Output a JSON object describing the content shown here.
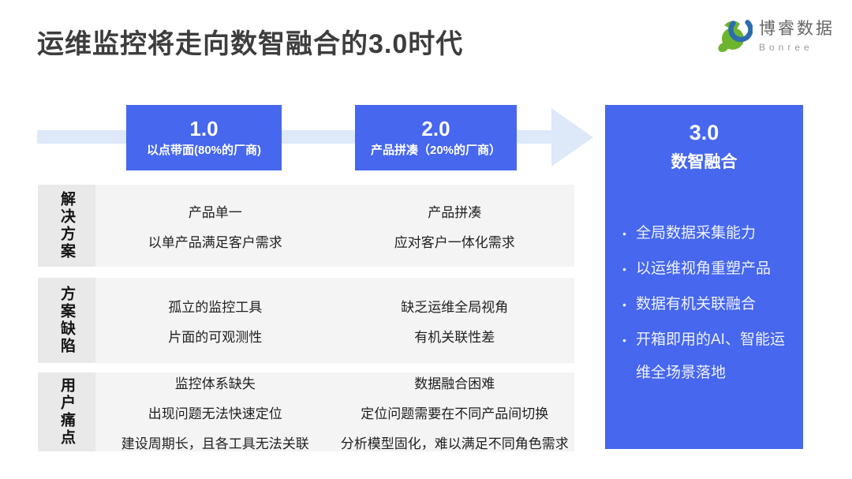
{
  "title": "运维监控将走向数智融合的3.0时代",
  "logo": {
    "name": "博睿数据",
    "latin": "Bonree"
  },
  "stages": [
    {
      "version": "1.0",
      "subtitle": "以点带面(80%的厂商)"
    },
    {
      "version": "2.0",
      "subtitle": "产品拼凑（20%的厂商）"
    }
  ],
  "stage3": {
    "version": "3.0",
    "subtitle": "数智融合",
    "bullets": [
      "全局数据采集能力",
      "以运维视角重塑产品",
      "数据有机关联融合",
      "开箱即用的AI、智能运维全场景落地"
    ]
  },
  "rows": [
    {
      "label": "解决方案",
      "col1": [
        "产品单一",
        "以单产品满足客户需求"
      ],
      "col2": [
        "产品拼凑",
        "应对客户一体化需求"
      ]
    },
    {
      "label": "方案缺陷",
      "col1": [
        "孤立的监控工具",
        "片面的可观测性"
      ],
      "col2": [
        "缺乏运维全局视角",
        "有机关联性差"
      ]
    },
    {
      "label": "用户痛点",
      "col1": [
        "监控体系缺失",
        "出现问题无法快速定位",
        "建设周期长，且各工具无法关联"
      ],
      "col2": [
        "数据融合困难",
        "定位问题需要在不同产品间切换",
        "分析模型固化，难以满足不同角色需求"
      ]
    }
  ],
  "icons": {
    "logo_icon": "bonree-swirl-logo"
  },
  "colors": {
    "stage_blue": "#4667ee",
    "arrow_light_blue": "#dde8f9",
    "row_background": "#f4f4f4",
    "row_label_background": "#e9e9e9",
    "title_text": "#3d3d3d",
    "logo_green": "#6db52f",
    "logo_blue": "#2a6cae"
  }
}
